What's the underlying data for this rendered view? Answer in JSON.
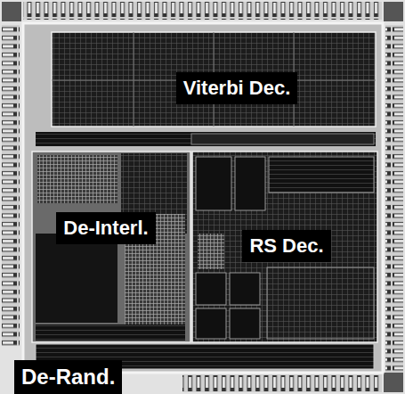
{
  "diagram": {
    "labels": [
      "Viterbi Dec.",
      "De-Interl.",
      "RS Dec.",
      "De-Rand."
    ]
  }
}
